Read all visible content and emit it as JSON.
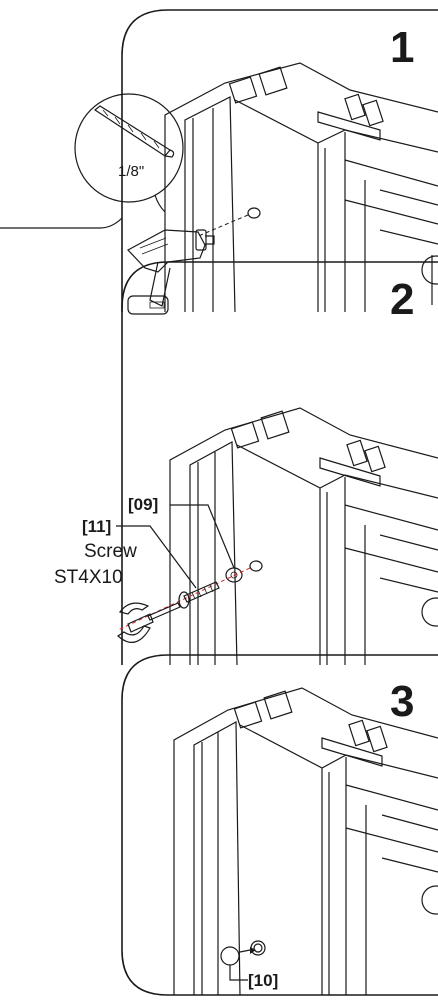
{
  "steps": [
    {
      "number": "1",
      "drill_bit_size": "1/8\""
    },
    {
      "number": "2",
      "part_washer": "[09]",
      "part_screw": "[11]",
      "screw_name": "Screw",
      "screw_spec": "ST4X10"
    },
    {
      "number": "3",
      "part_cap": "[10]"
    }
  ],
  "icons": [
    "drill-bit-icon",
    "power-drill-icon",
    "screw-icon",
    "washer-icon",
    "screwdriver-icon",
    "cap-icon"
  ],
  "colors": {
    "line": "#1a1a1a",
    "axis_dash": "#d9262b",
    "background": "#ffffff"
  }
}
